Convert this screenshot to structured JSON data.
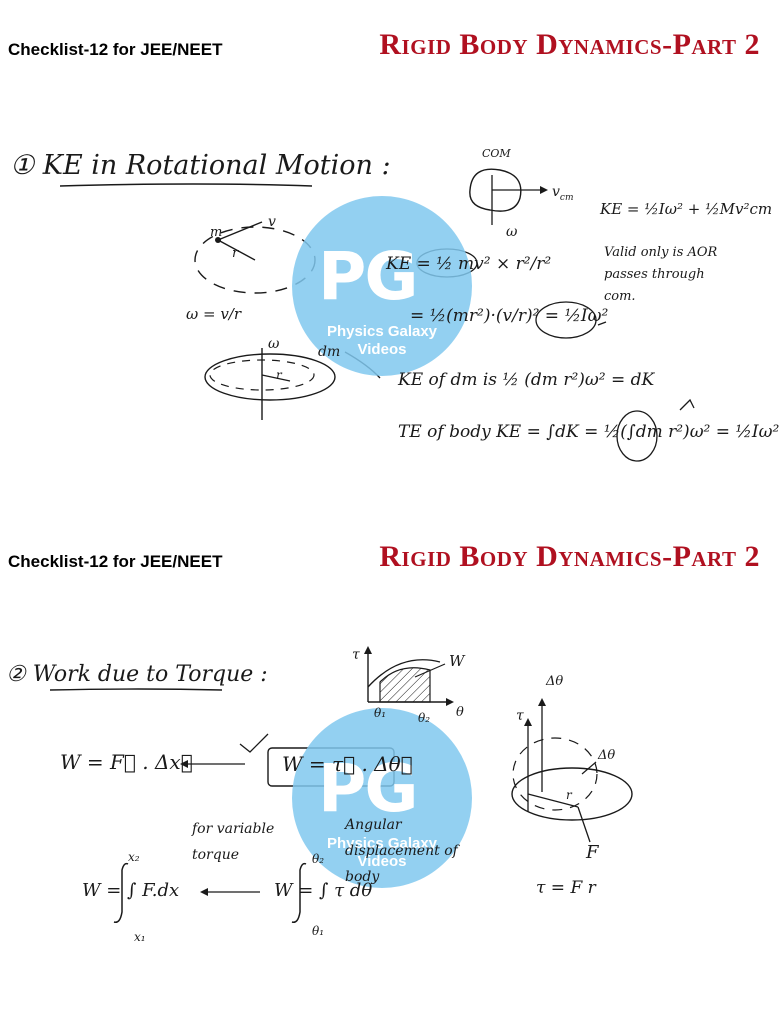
{
  "slides": [
    {
      "header_left": "Checklist-12 for JEE/NEET",
      "header_right": "Rigid Body Dynamics-Part 2",
      "heading": "① KE in Rotational Motion :",
      "notes": {
        "com": "COM",
        "vcm": "v",
        "vcm_sub": "cm",
        "omega_top": "ω",
        "m": "m",
        "v": "v",
        "r": "r",
        "w_eq": "ω = v/r",
        "ke_line1": "KE = ½ mv²  × r²/r²",
        "ke_line2": "= ½(mr²)·(v/r)² = ½Iω²",
        "ke_total": "KE = ½Iω² + ½Mv²cm",
        "valid_note": "Valid only is AOR passes through com.",
        "dm": "dm",
        "ke_dm": "KE of dm is  ½ (dm r²)ω² = dK",
        "ke_body": "TE of body  KE = ∫dK = ½(∫dm r²)ω² = ½Iω²",
        "omega_disc": "ω",
        "r_disc": "r"
      },
      "watermark": {
        "logo": "PG",
        "line1": "Physics Galaxy",
        "line2": "Videos"
      }
    },
    {
      "header_left": "Checklist-12 for JEE/NEET",
      "header_right": "Rigid Body Dynamics-Part 2",
      "heading": "② Work due to Torque :",
      "notes": {
        "tau_axis": "τ",
        "theta_axis": "θ",
        "W_graph": "W",
        "theta1": "θ₁",
        "theta2": "θ₂",
        "W_force": "W = F⃗ . Δx⃗",
        "W_torque": "W = τ⃗ . Δθ⃗",
        "variable": "for variable torque",
        "angular": "Angular displacement of body",
        "W_int_force": "W = ∫ F.dx",
        "x2": "x₂",
        "x1": "x₁",
        "W_int_torque": "W = ∫ τ dθ",
        "th2": "θ₂",
        "th1": "θ₁",
        "delta_theta_vec": "Δθ",
        "tau_vec": "τ",
        "delta_theta": "Δθ",
        "r_small": "r",
        "F": "F",
        "tau_eq": "τ = F r"
      },
      "watermark": {
        "logo": "PG",
        "line1": "Physics Galaxy",
        "line2": "Videos"
      }
    }
  ],
  "colors": {
    "title_red": "#b01020",
    "ink": "#1a1a1a",
    "watermark_blue": "#80c8ee"
  }
}
